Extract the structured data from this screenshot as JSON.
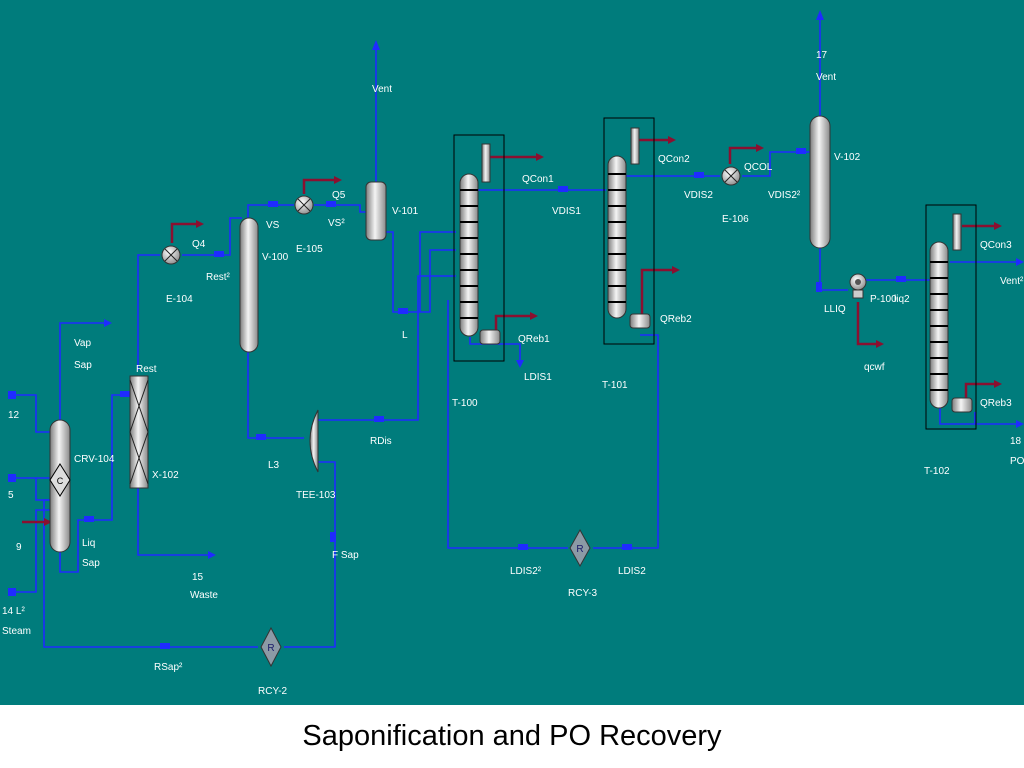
{
  "caption": "Saponification and PO Recovery",
  "colors": {
    "background": "#007c7c",
    "material_stream": "#1f2bff",
    "energy_stream": "#8a1030",
    "label": "#ffffff"
  },
  "labels": {
    "s12": "12",
    "s5": "5",
    "s9": "9",
    "s14a": "14 L²",
    "s14b": "Steam",
    "crv104": "CRV-104",
    "vapsap1": "Vap",
    "vapsap2": "Sap",
    "liqsap1": "Liq",
    "liqsap2": "Sap",
    "rest_top": "Rest",
    "x102": "X-102",
    "waste1": "15",
    "waste2": "Waste",
    "e104": "E-104",
    "q4": "Q4",
    "rest2": "Rest²",
    "v100": "V-100",
    "vs": "VS",
    "e105": "E-105",
    "q5": "Q5",
    "vs2": "VS²",
    "vent": "Vent",
    "v101": "V-101",
    "l": "L",
    "l3": "L3",
    "tee103": "TEE-103",
    "rdis": "RDis",
    "fsap": "F Sap",
    "rsap": "RSap²",
    "rcy2": "RCY-2",
    "qcon1": "QCon1",
    "vdis1": "VDIS1",
    "qreb1": "QReb1",
    "ldis1": "LDIS1",
    "t100": "T-100",
    "ldis2b": "LDIS2²",
    "rcy3": "RCY-3",
    "ldis2": "LDIS2",
    "qcon2": "QCon2",
    "qreb2": "QReb2",
    "t101": "T-101",
    "vdis2": "VDIS2",
    "e106": "E-106",
    "qcol": "QCOL",
    "vdis2b": "VDIS2²",
    "vent17a": "17",
    "vent17b": "Vent",
    "v102": "V-102",
    "lliq": "LLIQ",
    "p100": "P-100",
    "liq2": "liq2",
    "qcwf": "qcwf",
    "qcon3": "QCon3",
    "vent2": "Vent²",
    "qreb3": "QReb3",
    "t102": "T-102",
    "po18": "18",
    "po": "PO"
  }
}
